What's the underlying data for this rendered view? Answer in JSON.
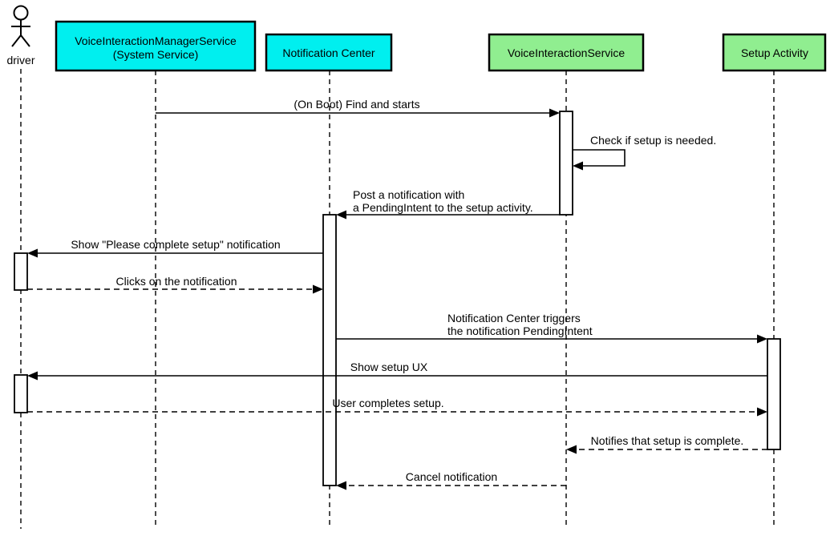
{
  "diagram": {
    "type": "uml-sequence-diagram",
    "background_color": "#ffffff",
    "colors": {
      "participant_cyan": "#00EFEF",
      "participant_green": "#90EE90",
      "line_color": "#000000",
      "activation_fill": "#ffffff"
    },
    "actor": {
      "name": "driver"
    },
    "participants": [
      {
        "id": "vims",
        "line1": "VoiceInteractionManagerService",
        "line2": "(System Service)",
        "color": "#00EFEF"
      },
      {
        "id": "notification-center",
        "label": "Notification Center",
        "color": "#00EFEF"
      },
      {
        "id": "voice-interaction-service",
        "label": "VoiceInteractionService",
        "color": "#90EE90"
      },
      {
        "id": "setup-activity",
        "label": "Setup Activity",
        "color": "#90EE90"
      }
    ],
    "messages": [
      {
        "seq": 1,
        "label": "(On Boot) Find and starts",
        "from": "vims",
        "to": "voice-interaction-service",
        "style": "solid"
      },
      {
        "seq": 2,
        "label": "Check if setup is needed.",
        "from": "voice-interaction-service",
        "to": "voice-interaction-service",
        "style": "self"
      },
      {
        "seq": 3,
        "line1": "Post a notification with",
        "line2": "a PendingIntent to the setup activity.",
        "from": "voice-interaction-service",
        "to": "notification-center",
        "style": "solid"
      },
      {
        "seq": 4,
        "label": "Show \"Please complete setup\" notification",
        "from": "notification-center",
        "to": "driver",
        "style": "solid"
      },
      {
        "seq": 5,
        "label": "Clicks on the notification",
        "from": "driver",
        "to": "notification-center",
        "style": "dashed"
      },
      {
        "seq": 6,
        "line1": "Notification Center triggers",
        "line2": "the notification PendingIntent",
        "from": "notification-center",
        "to": "setup-activity",
        "style": "solid"
      },
      {
        "seq": 7,
        "label": "Show setup UX",
        "from": "setup-activity",
        "to": "driver",
        "style": "solid"
      },
      {
        "seq": 8,
        "label": "User completes setup.",
        "from": "driver",
        "to": "setup-activity",
        "style": "dashed"
      },
      {
        "seq": 9,
        "label": "Notifies that setup is complete.",
        "from": "setup-activity",
        "to": "voice-interaction-service",
        "style": "dashed"
      },
      {
        "seq": 10,
        "label": "Cancel notification",
        "from": "voice-interaction-service",
        "to": "notification-center",
        "style": "dashed"
      }
    ]
  }
}
